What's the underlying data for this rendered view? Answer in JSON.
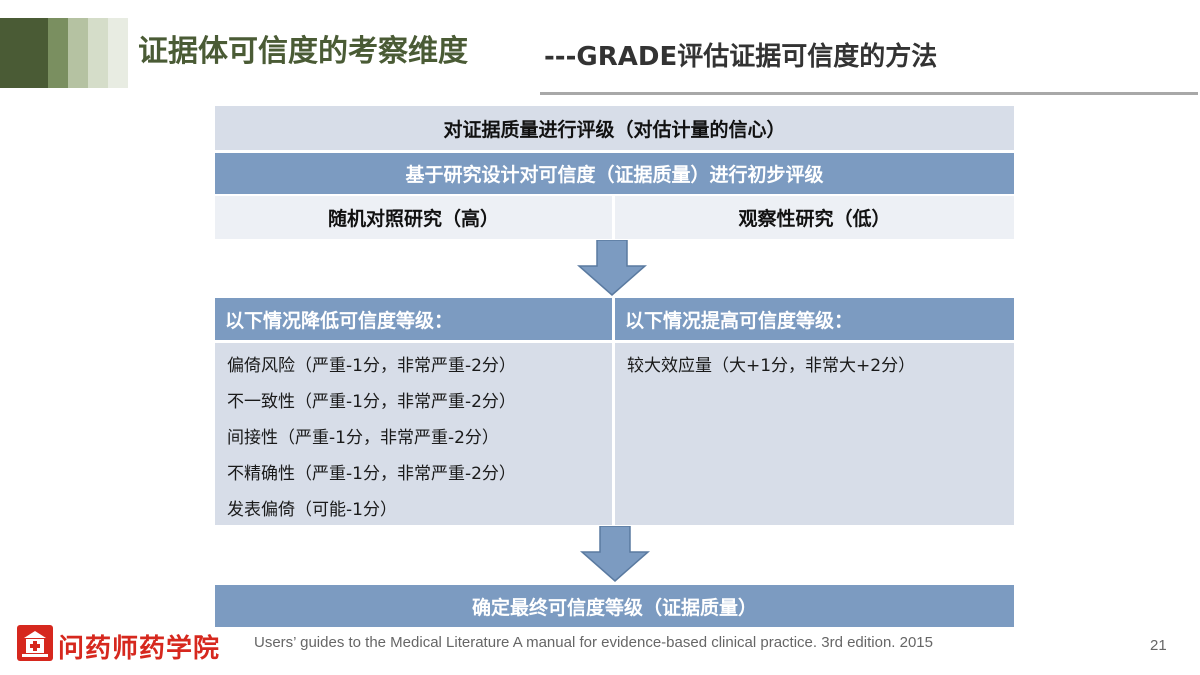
{
  "header": {
    "title": "证据体可信度的考察维度",
    "subtitle": "---GRADE评估证据可信度的方法",
    "stripe_colors": [
      "#4a5b35",
      "#7a8f60",
      "#b5c2a2",
      "#d5ddc9",
      "#e8ece2"
    ]
  },
  "flow": {
    "top_box": "对证据质量进行评级（对估计量的信心）",
    "initial_rating": "基于研究设计对可信度（证据质量）进行初步评级",
    "rct": "随机对照研究（高）",
    "observational": "观察性研究（低）",
    "downgrade_header": "以下情况降低可信度等级：",
    "upgrade_header": "以下情况提高可信度等级：",
    "downgrade_items": [
      "偏倚风险（严重-1分，非常严重-2分）",
      "不一致性（严重-1分，非常严重-2分）",
      "间接性（严重-1分，非常严重-2分）",
      "不精确性（严重-1分，非常严重-2分）",
      "发表偏倚（可能-1分）"
    ],
    "upgrade_items": [
      "较大效应量（大+1分，非常大+2分）"
    ],
    "final_box": "确定最终可信度等级（证据质量）"
  },
  "footer": {
    "logo_text": "问药师药学院",
    "reference": "Users’ guides to the Medical Literature A manual for evidence-based  clinical practice. 3rd edition. 2015",
    "page_number": "21"
  },
  "colors": {
    "title_green": "#4a5b35",
    "box_blue": "#7c9bc1",
    "box_light": "#d7dde8",
    "logo_red": "#d6281e"
  }
}
